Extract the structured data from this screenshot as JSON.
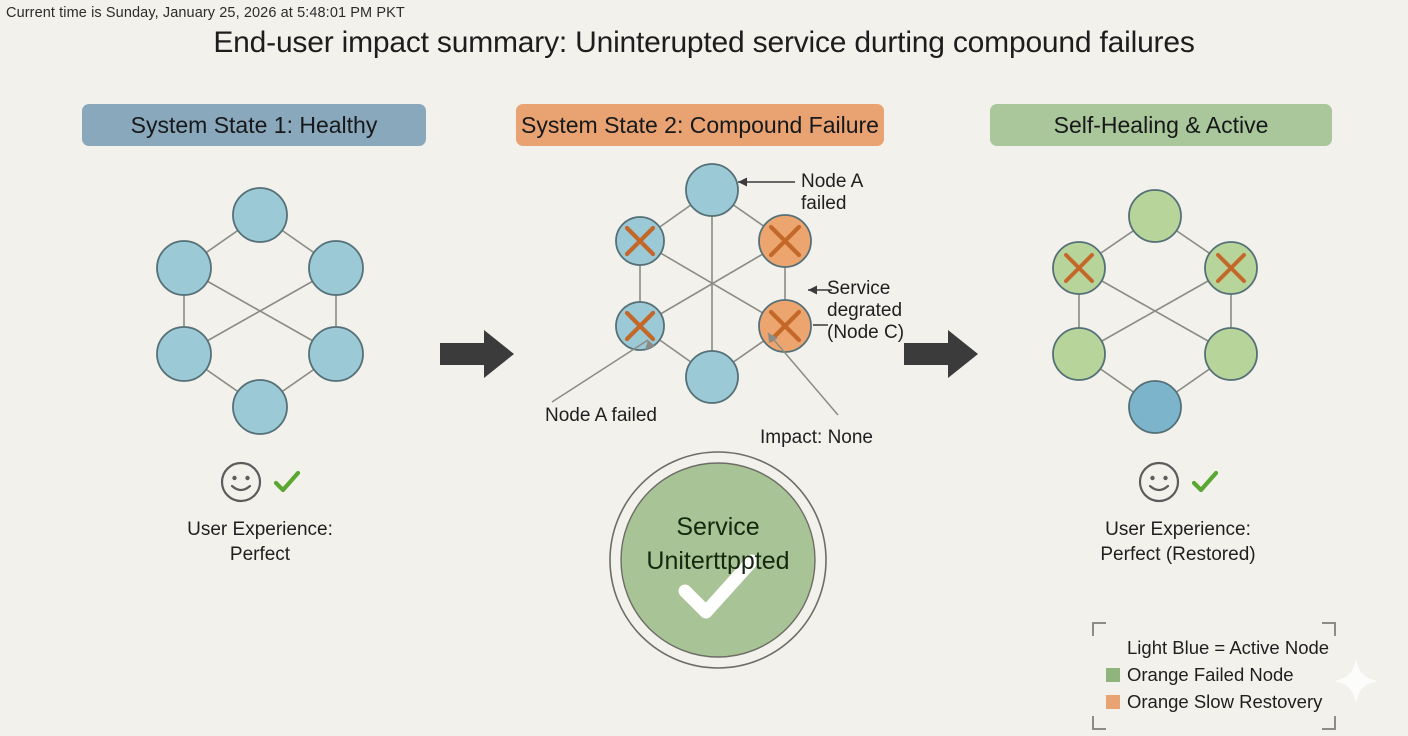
{
  "timestamp": "Current time is Sunday, January 25, 2026 at 5:48:01 PM PKT",
  "title": "End-user impact summary: Uninterupted service durting compound failures",
  "panels": {
    "left": {
      "badge": "System State 1: Healthy",
      "badge_color": "#8aa8bc"
    },
    "middle": {
      "badge": "System State 2: Compound Failure",
      "badge_color": "#e9a373"
    },
    "right": {
      "badge": "Self-Healing & Active",
      "badge_color": "#a9c79a"
    }
  },
  "annotations": {
    "node_a_right": "Node A\nfailed",
    "service_degraded": "Service\ndegrated\n(Node C)",
    "node_a_bottom": "Node A failed",
    "impact": "Impact: None"
  },
  "user_experience": {
    "left": {
      "line1": "User Experience:",
      "line2": "Perfect"
    },
    "right": {
      "line1": "User Experience:",
      "line2": "Perfect (Restored)"
    }
  },
  "service_badge": {
    "label": "Service\nUniterttppted",
    "fill": "#a8c395",
    "check": "check-icon"
  },
  "legend": {
    "items": [
      {
        "label": "Light Blue = Active Node",
        "swatch": "none"
      },
      {
        "label": "Orange Failed Node",
        "swatch": "#8fb47c"
      },
      {
        "label": "Orange Slow Restovery",
        "swatch": "#e9a373"
      }
    ]
  },
  "colors": {
    "background": "#f2f1ec",
    "node_blue": "#9cc9d6",
    "node_orange": "#eda56f",
    "node_green": "#b7d49a",
    "node_stroke": "#557077",
    "edge": "#8c8c86",
    "x_mark": "#c4682a",
    "arrow": "#3b3b3b",
    "check_green": "#5aa832"
  },
  "networks": {
    "left": {
      "nodes": [
        "blue",
        "blue",
        "blue",
        "blue",
        "blue",
        "blue"
      ],
      "failed": []
    },
    "middle": {
      "nodes": [
        "blue",
        "blue",
        "orange",
        "orange",
        "blue",
        "blue"
      ],
      "failed": [
        "left-top",
        "right-top",
        "left-bottom",
        "right-bottom"
      ]
    },
    "right": {
      "nodes": [
        "green",
        "green",
        "green",
        "green",
        "green",
        "blue"
      ],
      "failed": [
        "left-top",
        "right-top"
      ]
    }
  }
}
